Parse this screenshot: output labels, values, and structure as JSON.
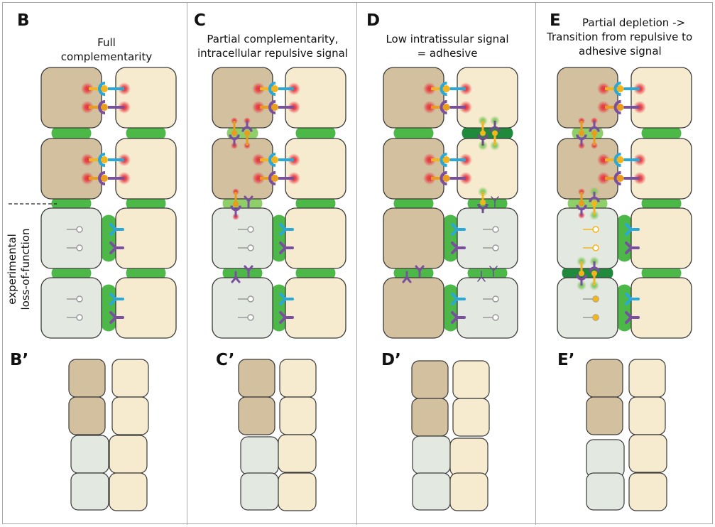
{
  "figure": {
    "panels": [
      {
        "id": "B",
        "label": "B",
        "title_lines": [
          "Full",
          "complementarity"
        ],
        "prime_label": "B’"
      },
      {
        "id": "C",
        "label": "C",
        "title_lines": [
          "Partial complementarity,",
          "intracellular repulsive signal"
        ],
        "prime_label": "C’"
      },
      {
        "id": "D",
        "label": "D",
        "title_lines": [
          "Low intratissular  signal",
          "= adhesive"
        ],
        "prime_label": "D’"
      },
      {
        "id": "E",
        "label": "E",
        "title_lines": [
          "Partial depletion ->",
          "Transition from repulsive to",
          "adhesive signal"
        ],
        "prime_label": "E’"
      }
    ],
    "side_annotation": [
      "experimental",
      "loss-of-function"
    ],
    "colors": {
      "tissue_a": "#d3c09e",
      "tissue_b": "#f6ebcf",
      "depleted": "#e3e8e1",
      "adhesion_green": "#4cb848",
      "adhesion_light": "#8fcf6a",
      "adhesion_dark": "#1f8a3c",
      "receptor_cyan": "#2aa8d8",
      "receptor_purple": "#7b4fa0",
      "ligand_yellow": "#f2b51e",
      "ligand_orange": "#eb9c1c",
      "signal_red": "#e8323c",
      "signal_green": "#7cc65a",
      "outline": "#3a3a3a",
      "frame": "#a8a8a8"
    }
  }
}
